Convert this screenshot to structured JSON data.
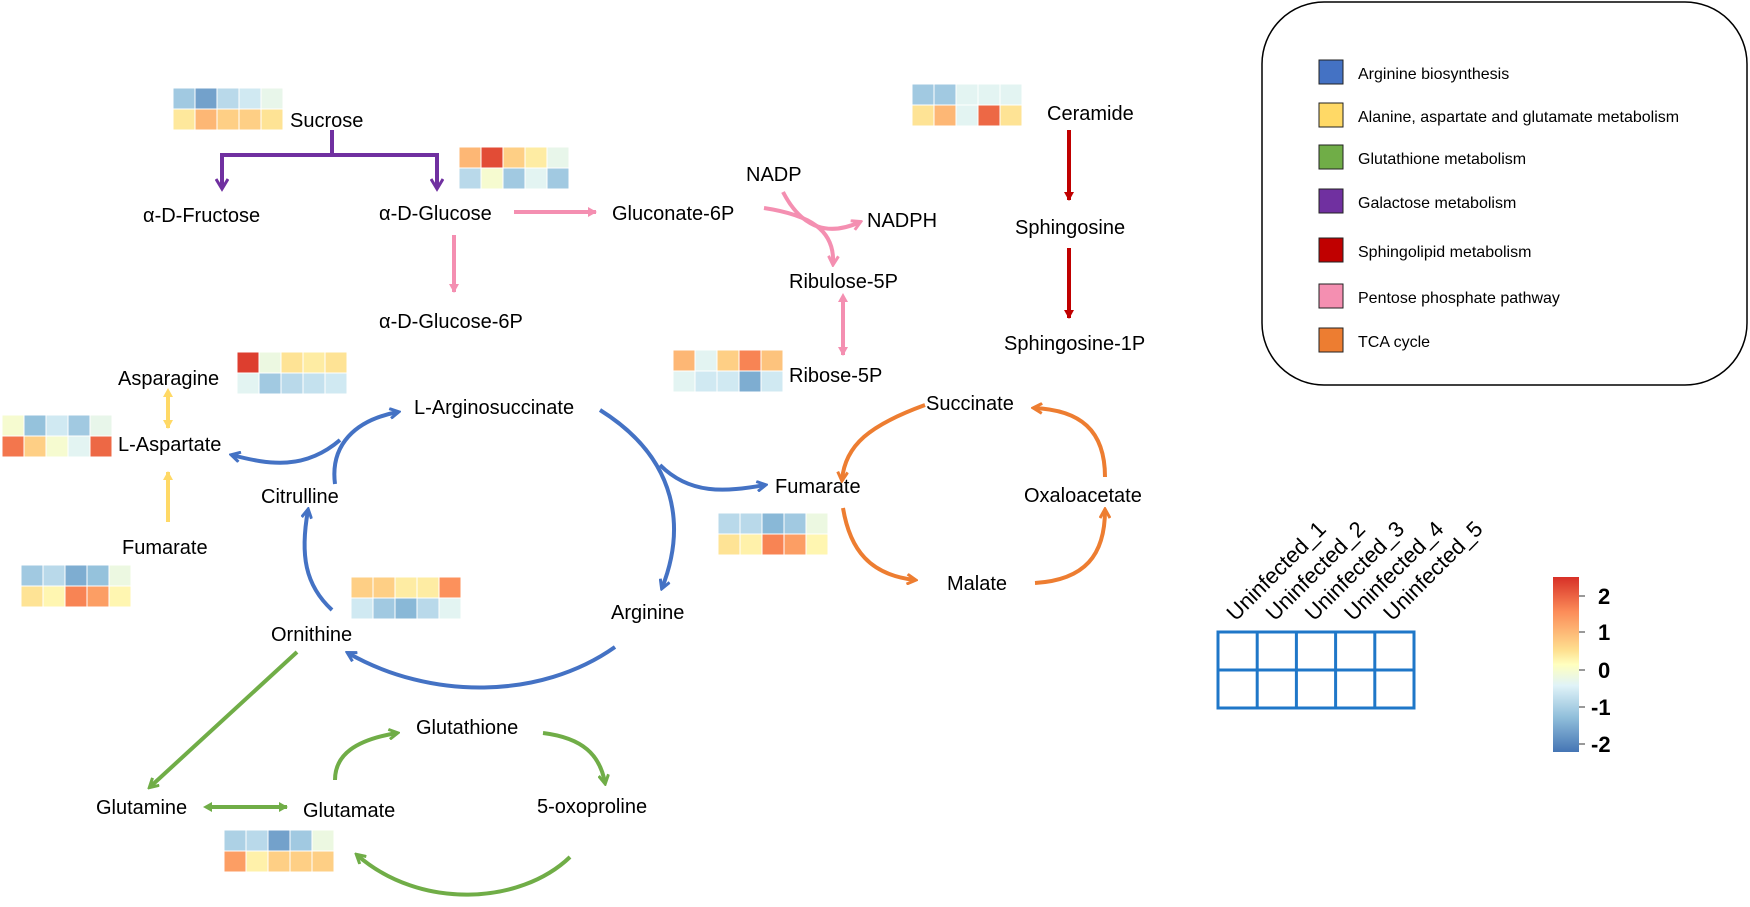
{
  "metabolites": {
    "sucrose": "Sucrose",
    "fructose": "α-D-Fructose",
    "glucose": "α-D-Glucose",
    "glucose6p": "α-D-Glucose-6P",
    "gluconate6p": "Gluconate-6P",
    "nadp": "NADP",
    "nadph": "NADPH",
    "ribulose5p": "Ribulose-5P",
    "ribose5p": "Ribose-5P",
    "ceramide": "Ceramide",
    "sphingosine": "Sphingosine",
    "sphingosine1p": "Sphingosine-1P",
    "asparagine": "Asparagine",
    "aspartate": "L-Aspartate",
    "fumarate_left": "Fumarate",
    "arginosuccinate": "L-Arginosuccinate",
    "citrulline": "Citrulline",
    "ornithine": "Ornithine",
    "arginine": "Arginine",
    "fumarate_tca": "Fumarate",
    "succinate": "Succinate",
    "oxaloacetate": "Oxaloacetate",
    "malate": "Malate",
    "glutathione": "Glutathione",
    "glutamine": "Glutamine",
    "glutamate": "Glutamate",
    "oxoproline": "5-oxoproline"
  },
  "pathway_colors": {
    "arginine": "#4472C4",
    "alanine": "#FFD966",
    "glutathione": "#70AD47",
    "galactose": "#7030A0",
    "sphingolipid": "#C00000",
    "pentose": "#F48FB1",
    "tca": "#ED7D31"
  },
  "legend": {
    "items": [
      {
        "label": "Arginine biosynthesis",
        "color": "#4472C4"
      },
      {
        "label": "Alanine, aspartate and glutamate metabolism",
        "color": "#FFD966"
      },
      {
        "label": "Glutathione metabolism",
        "color": "#70AD47"
      },
      {
        "label": "Galactose metabolism",
        "color": "#7030A0"
      },
      {
        "label": "Sphingolipid metabolism",
        "color": "#C00000"
      },
      {
        "label": "Pentose phosphate pathway",
        "color": "#F48FB1"
      },
      {
        "label": "TCA cycle",
        "color": "#ED7D31"
      }
    ]
  },
  "heatmap_key": {
    "columns": [
      "Uninfected_1",
      "Uninfected_2",
      "Uninfected_3",
      "Uninfected_4",
      "Uninfected_5"
    ],
    "grid_color": "#1F77C8"
  },
  "color_scale": {
    "ticks": [
      "2",
      "1",
      "0",
      "-1",
      "-2"
    ],
    "min": -2,
    "max": 2,
    "colors": [
      "#D73027",
      "#FC8D59",
      "#FEE090",
      "#FFFFBF",
      "#E0F3F8",
      "#91BFDB",
      "#4575B4"
    ]
  },
  "heatmaps": {
    "sucrose": [
      [
        -1.2,
        -1.6,
        -1.0,
        -0.8,
        -0.5
      ],
      [
        0.5,
        1.0,
        0.8,
        0.8,
        0.6
      ]
    ],
    "glucose": [
      [
        1.0,
        1.8,
        0.8,
        0.4,
        -0.5
      ],
      [
        -1.0,
        -0.2,
        -1.2,
        -0.6,
        -1.2
      ]
    ],
    "ceramide": [
      [
        -1.2,
        -1.2,
        -0.6,
        -0.6,
        -0.6
      ],
      [
        0.6,
        1.0,
        -0.6,
        1.6,
        0.6
      ]
    ],
    "ribose": [
      [
        1.0,
        -0.6,
        0.8,
        1.4,
        0.9
      ],
      [
        -0.6,
        -0.8,
        -0.8,
        -1.5,
        -0.8
      ]
    ],
    "asparagine": [
      [
        1.9,
        -0.4,
        0.6,
        0.4,
        0.6
      ],
      [
        -0.6,
        -1.2,
        -1.0,
        -0.9,
        -0.8
      ]
    ],
    "aspartate": [
      [
        -0.2,
        -1.3,
        -0.8,
        -1.2,
        -0.5
      ],
      [
        1.5,
        0.8,
        -0.2,
        -0.6,
        1.6
      ]
    ],
    "fumarate_left": [
      [
        -1.2,
        -1.0,
        -1.5,
        -1.3,
        -0.4
      ],
      [
        0.6,
        0.2,
        1.4,
        1.2,
        0.2
      ]
    ],
    "ornithine": [
      [
        0.8,
        0.8,
        0.4,
        0.4,
        1.3
      ],
      [
        -0.8,
        -1.2,
        -1.4,
        -1.0,
        -0.6
      ]
    ],
    "fumarate_tca": [
      [
        -1.0,
        -1.0,
        -1.4,
        -1.2,
        -0.4
      ],
      [
        0.6,
        0.3,
        1.4,
        1.2,
        0.2
      ]
    ],
    "glutamate": [
      [
        -1.1,
        -1.0,
        -1.6,
        -1.2,
        -0.4
      ],
      [
        1.2,
        0.3,
        0.8,
        0.8,
        0.8
      ]
    ]
  }
}
